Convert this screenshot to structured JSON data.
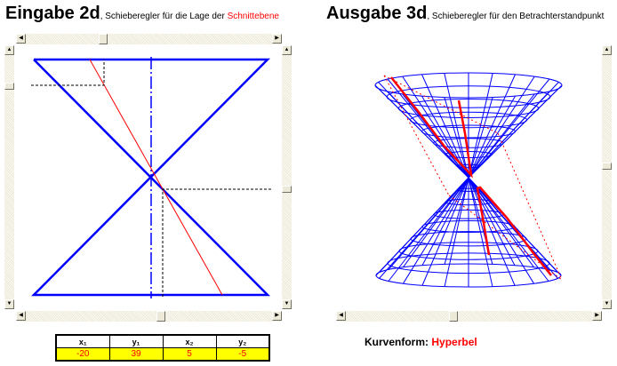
{
  "left": {
    "title": "Eingabe 2d",
    "subtitle_prefix": ", Schieberegler für die Lage der ",
    "subtitle_highlight": "Schnittebene"
  },
  "right": {
    "title": "Ausgabe 3d",
    "subtitle": ", Schieberegler für den Betrachterstandpunkt"
  },
  "table": {
    "headers": [
      "x₁",
      "y₁",
      "x₂",
      "y₂"
    ],
    "values": [
      "-20",
      "39",
      "5",
      "-5"
    ]
  },
  "curve": {
    "label": "Kurvenform:",
    "value": "Hyperbel"
  },
  "colors": {
    "cone": "#0000ff",
    "cut": "#ff0000",
    "highlight": "#ffff00"
  }
}
